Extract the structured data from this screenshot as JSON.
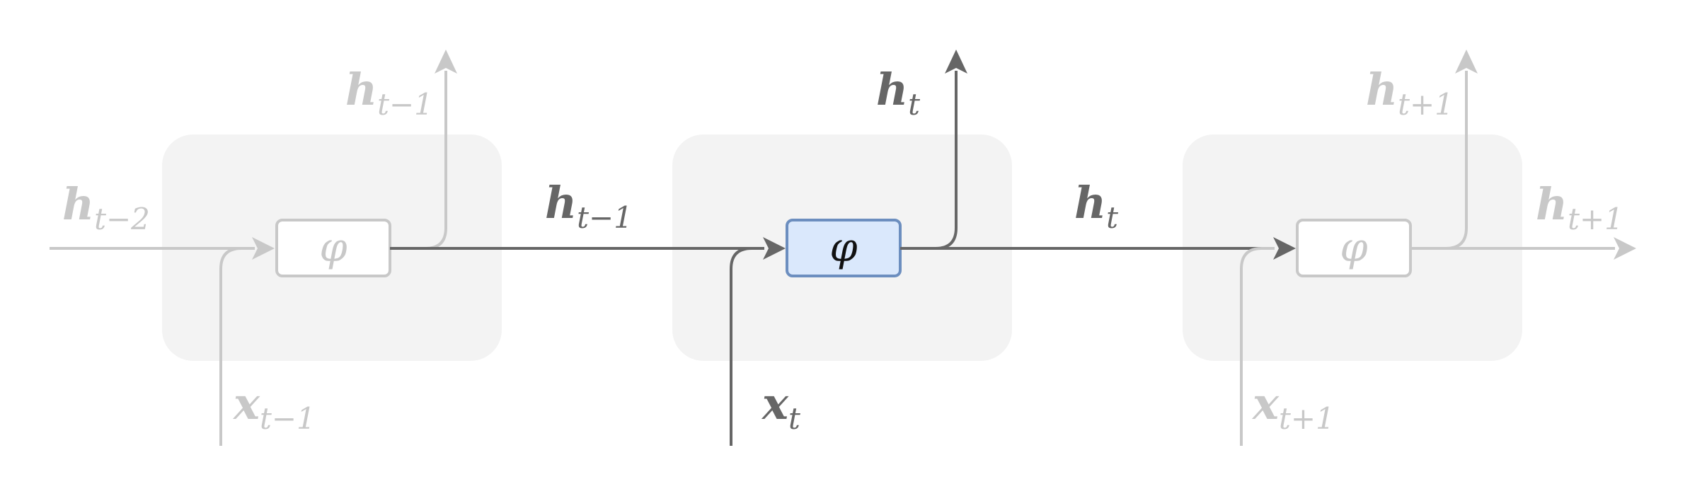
{
  "colors": {
    "dark": "#666666",
    "light": "#c8c8c8",
    "cell_bg": "#f3f3f3",
    "active_fill": "#dae8fc",
    "active_stroke": "#6c8ebf",
    "phi_dark": "#111111"
  },
  "cells": [
    {
      "function_symbol": "φ",
      "output_label": {
        "base": "h",
        "sub": "t−1"
      },
      "input_label": {
        "base": "x",
        "sub": "t−1"
      },
      "active": false
    },
    {
      "function_symbol": "φ",
      "output_label": {
        "base": "h",
        "sub": "t"
      },
      "input_label": {
        "base": "x",
        "sub": "t"
      },
      "active": true
    },
    {
      "function_symbol": "φ",
      "output_label": {
        "base": "h",
        "sub": "t+1"
      },
      "input_label": {
        "base": "x",
        "sub": "t+1"
      },
      "active": false
    }
  ],
  "edges": {
    "incoming": {
      "base": "h",
      "sub": "t−2"
    },
    "link_1_2": {
      "base": "h",
      "sub": "t−1"
    },
    "link_2_3": {
      "base": "h",
      "sub": "t"
    },
    "outgoing": {
      "base": "h",
      "sub": "t+1"
    }
  }
}
